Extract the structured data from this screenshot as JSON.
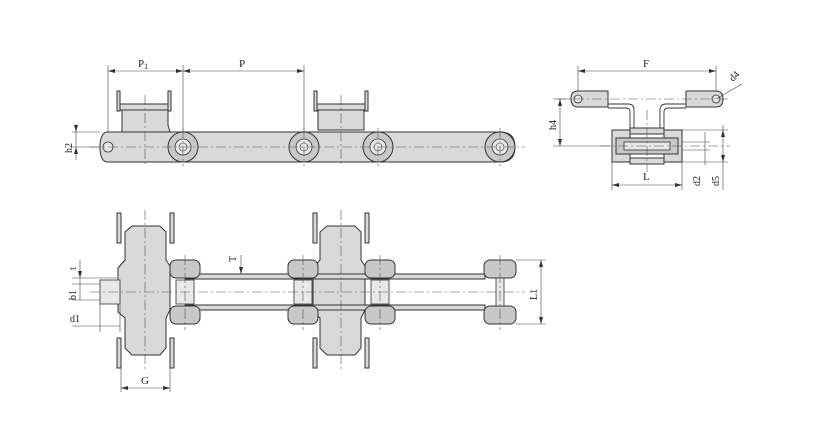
{
  "labels": {
    "P1": "P",
    "P1_sub": "1",
    "P": "P",
    "h2": "h2",
    "F": "F",
    "d4": "d4",
    "h4": "h4",
    "L": "L",
    "d2": "d2",
    "d5": "d5",
    "T": "T",
    "t": "t",
    "b1": "b1",
    "L1": "L1",
    "d1": "d1",
    "G": "G"
  }
}
